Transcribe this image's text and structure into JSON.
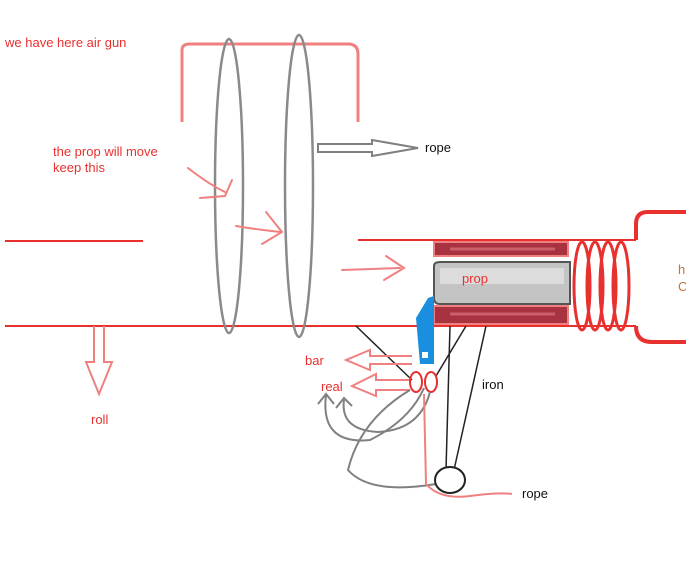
{
  "labels": {
    "title": "we have here air gun",
    "prop_note_1": "the prop will move",
    "prop_note_2": "keep this",
    "rope_top": "rope",
    "prop": "prop",
    "bar": "bar",
    "real": "real",
    "iron": "iron",
    "roll": "roll",
    "rope_bottom": "rope",
    "cut_text_1": "h",
    "cut_text_2": "C"
  },
  "colors": {
    "red": "#e8312f",
    "pink": "#f08080",
    "gray": "#8a8a8a",
    "dark_red": "#a8323f",
    "blue": "#1a8fe0"
  }
}
